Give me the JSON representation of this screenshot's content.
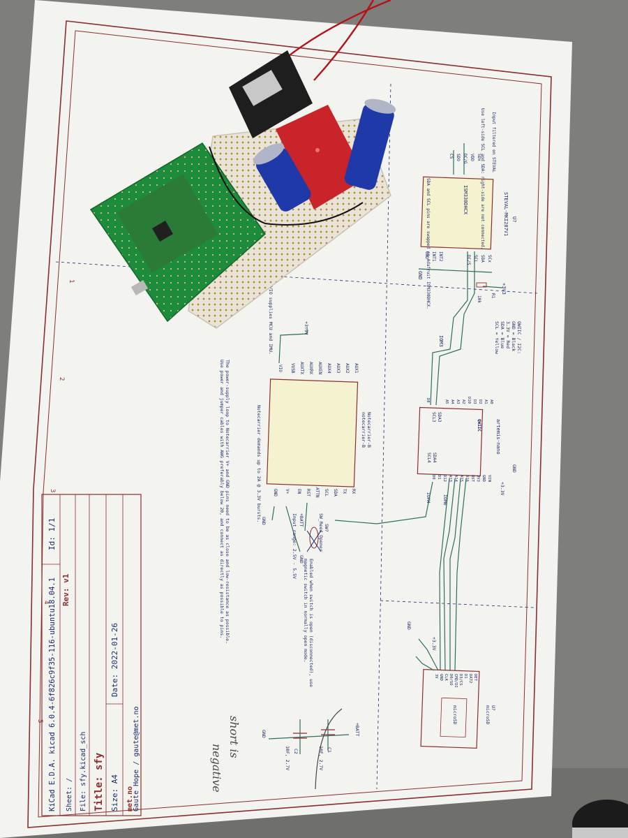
{
  "colors": {
    "table": "#7e7f7a",
    "paper": "#f3f3ef",
    "frame": "#8b2e2e",
    "wire": "#2f6e5e",
    "ink": "#1c2a66",
    "component_fill": "#f5f2cf",
    "component_stroke": "#8b2e2e",
    "pcb_green": "#1c8c3c",
    "protoboard": "#e9e4d8",
    "capacitor_blue": "#1f3aa8",
    "breakout_red": "#c8242a",
    "breakout_black": "#1e1e1e",
    "cable_red": "#b3121b"
  },
  "title_block": {
    "author": "Gaute Hope / gaute@met.no",
    "company": "met.no",
    "sheet": "Sheet: /",
    "file": "File: sfy.kicad_sch",
    "title": "Title: sfy",
    "size": "Size: A4",
    "date": "Date: 2022-01-26",
    "kicad": "KiCad E.D.A.  kicad 6.0.4-6f826c9f35-116-ubuntu18.04.1",
    "rev": "Rev: v1",
    "id": "Id: 1/1"
  },
  "imu": {
    "ref": "U?",
    "value": "STEVAL-MKI207V1",
    "chip": "ISM330DHCX",
    "pins_left": [
      "SDx",
      "VDD",
      "DC/G",
      "SDO",
      "CS"
    ],
    "pins_right": [
      "SCx",
      "SDA",
      "SCL",
      "DC/S",
      "INT2",
      "INT1",
      "GND"
    ],
    "power": "+3V3",
    "gnd": "GND",
    "note_input": "Input filtered on STEVAL",
    "note_lines": "Use left-side SCL and SDA: right-side are not connected.",
    "note_pins": "SDA and SCL pins are swapped on Adafruit ISM330DHCX.",
    "resistor_ref": "R1",
    "resistor_val": "10k"
  },
  "qwiic": {
    "title": "QWIIC / I2C:",
    "lines": [
      "GND = Black",
      "3.3V = Red",
      "SDA = Blue",
      "SCL = Yellow"
    ]
  },
  "artemis": {
    "ref": "artemis-nano",
    "qwiic": "QWIIC",
    "pins_top": [
      "A0",
      "A1",
      "D2",
      "D3",
      "D10",
      "A2",
      "A3",
      "A4",
      "A5",
      "D8"
    ],
    "pins_bottom": [
      "VIN",
      "GND",
      "3V3",
      "RST",
      "A16",
      "A15",
      "A14",
      "A13",
      "D12",
      "D1",
      "D0"
    ],
    "sda3": "SDA3",
    "scl3": "SCL3",
    "sda4": "SDA4",
    "scl4": "SCL4",
    "iom3": "IOM3",
    "iom4": "IOM4",
    "iom0": "IOM0",
    "power": "+3.3V",
    "gnd": "GND"
  },
  "notecarrier": {
    "ref": "Notecarrier-B",
    "value": "notecarrier-B",
    "pins_top": [
      "AUX1",
      "AUX2",
      "AUX3",
      "AUX4",
      "AUXEN",
      "AUXRX",
      "AUXTX",
      "VUSB",
      "VIO"
    ],
    "pins_bottom": [
      "RX",
      "TX",
      "SDA",
      "SCL",
      "ATTN",
      "RST",
      "EN",
      "V+",
      "GND"
    ],
    "power": "+3.3V",
    "gnd": "GND",
    "vio_note": "VIO supplies MCU and IMU.",
    "burst_note": "Notecarrier demands up to 2A @ 3.3V bursts.",
    "power_note": "The power-supply loop to Notecarrier V+ and GND pins need to be as close and low-resistance as possible. Use power and jumper cables with AWG preferably below 20, and connect as directly as possible to pins.",
    "input_range": "Input range: 2.5V - 5.5V",
    "batt": "+BATT"
  },
  "reed": {
    "ref": "SW?",
    "value": "SW_Reed_Opener",
    "note": "Enabled when switch is open (disconnected), use magnetic switch in normally open mode.",
    "gnd": "GND"
  },
  "microsd": {
    "ref": "U?",
    "value": "microSD",
    "label": "microSD",
    "pins": [
      "DET",
      "DAT2",
      "D1",
      "D3/CS",
      "CMD/DI",
      "D0/SO",
      "CLK",
      "GND",
      "3V"
    ],
    "power": "+3.3V",
    "gnd": "GND"
  },
  "caps": {
    "batt": "+BATT",
    "c1_ref": "C1",
    "c1_val": "10F, 2.7V",
    "c2_ref": "C2",
    "c2_val": "10F, 2.7V",
    "gnd": "GND"
  },
  "handwritten": {
    "line1": "short is",
    "line2": "negative"
  },
  "grid_numbers": [
    "1",
    "2",
    "3",
    "4",
    "5"
  ]
}
